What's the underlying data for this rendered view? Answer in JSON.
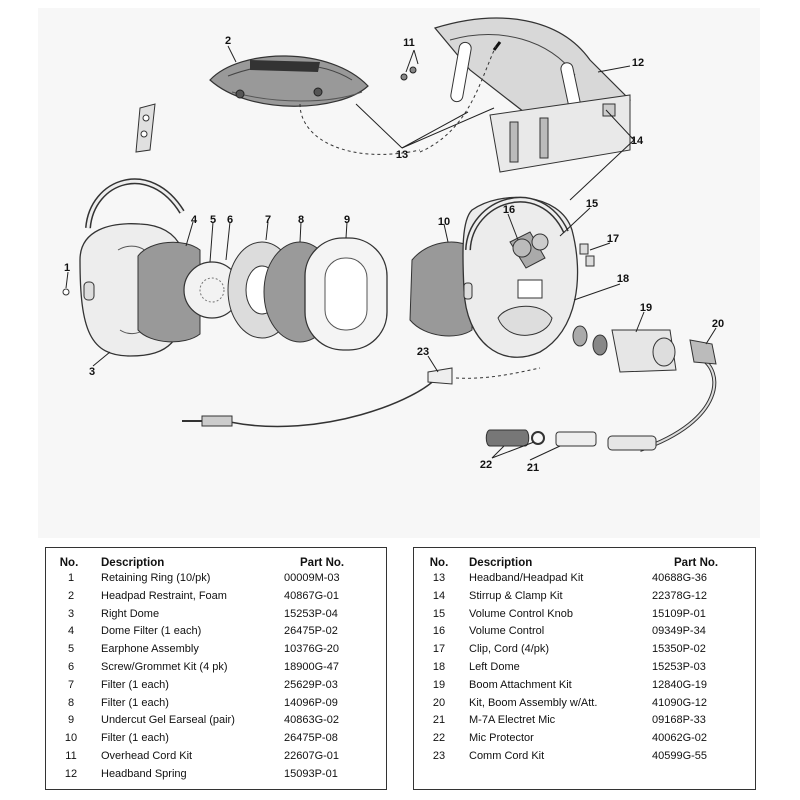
{
  "diagram": {
    "callouts": [
      "1",
      "2",
      "3",
      "4",
      "5",
      "6",
      "7",
      "8",
      "9",
      "10",
      "11",
      "12",
      "13",
      "14",
      "15",
      "16",
      "17",
      "18",
      "19",
      "20",
      "21",
      "22",
      "23"
    ]
  },
  "tables": {
    "headers": {
      "no": "No.",
      "description": "Description",
      "part_no": "Part No."
    },
    "left": [
      {
        "no": "1",
        "description": "Retaining Ring (10/pk)",
        "part_no": "00009M-03"
      },
      {
        "no": "2",
        "description": "Headpad Restraint, Foam",
        "part_no": "40867G-01"
      },
      {
        "no": "3",
        "description": "Right Dome",
        "part_no": "15253P-04"
      },
      {
        "no": "4",
        "description": "Dome Filter (1 each)",
        "part_no": "26475P-02"
      },
      {
        "no": "5",
        "description": "Earphone Assembly",
        "part_no": "10376G-20"
      },
      {
        "no": "6",
        "description": "Screw/Grommet Kit (4 pk)",
        "part_no": "18900G-47"
      },
      {
        "no": "7",
        "description": "Filter (1 each)",
        "part_no": "25629P-03"
      },
      {
        "no": "8",
        "description": "Filter (1 each)",
        "part_no": "14096P-09"
      },
      {
        "no": "9",
        "description": "Undercut Gel Earseal (pair)",
        "part_no": "40863G-02"
      },
      {
        "no": "10",
        "description": "Filter (1 each)",
        "part_no": "26475P-08"
      },
      {
        "no": "11",
        "description": "Overhead Cord Kit",
        "part_no": "22607G-01"
      },
      {
        "no": "12",
        "description": "Headband Spring",
        "part_no": "15093P-01"
      }
    ],
    "right": [
      {
        "no": "13",
        "description": "Headband/Headpad Kit",
        "part_no": "40688G-36"
      },
      {
        "no": "14",
        "description": "Stirrup & Clamp Kit",
        "part_no": "22378G-12"
      },
      {
        "no": "15",
        "description": "Volume Control Knob",
        "part_no": "15109P-01"
      },
      {
        "no": "16",
        "description": "Volume Control",
        "part_no": "09349P-34"
      },
      {
        "no": "17",
        "description": "Clip, Cord (4/pk)",
        "part_no": "15350P-02"
      },
      {
        "no": "18",
        "description": "Left Dome",
        "part_no": "15253P-03"
      },
      {
        "no": "19",
        "description": "Boom Attachment Kit",
        "part_no": "12840G-19"
      },
      {
        "no": "20",
        "description": "Kit, Boom Assembly w/Att.",
        "part_no": "41090G-12"
      },
      {
        "no": "21",
        "description": "M-7A Electret Mic",
        "part_no": "09168P-33"
      },
      {
        "no": "22",
        "description": "Mic Protector",
        "part_no": "40062G-02"
      },
      {
        "no": "23",
        "description": "Comm Cord Kit",
        "part_no": "40599G-55"
      }
    ]
  }
}
